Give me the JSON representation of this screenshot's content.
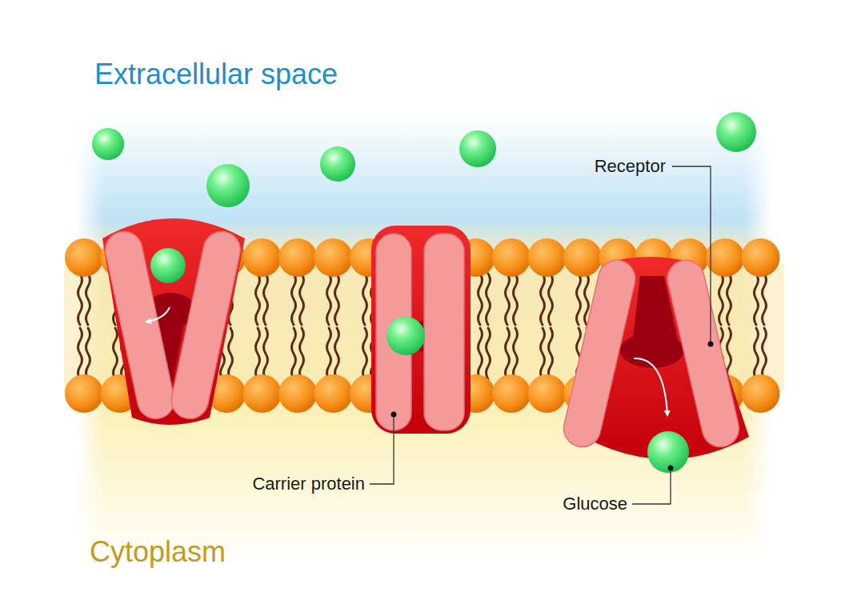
{
  "diagram": {
    "labels": [
      "Extracellular space",
      "Receptor",
      "Carrier protein",
      "Glucose",
      "Cytoplasm"
    ]
  }
}
